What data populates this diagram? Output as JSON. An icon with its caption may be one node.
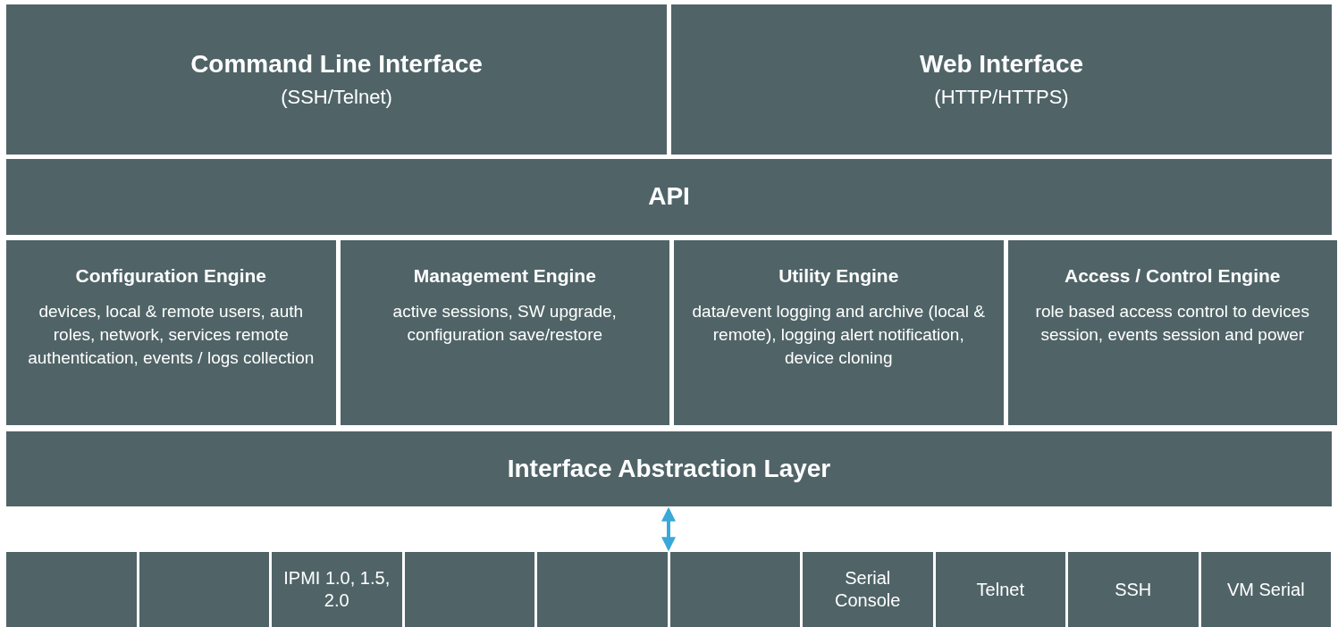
{
  "diagram": {
    "nodes": [
      {
        "text": [
          "Command Line Interface",
          "(SSH/Telnet)"
        ]
      },
      {
        "text": [
          "Web Interface",
          "(HTTP/HTTPS)"
        ]
      },
      {
        "text": [
          "API"
        ]
      },
      {
        "text": [
          "Configuration Engine",
          "devices, local & remote users, auth roles, network, services remote authentication, events / logs collection"
        ]
      },
      {
        "text": [
          "Management Engine",
          "active sessions, SW upgrade, configuration save/restore"
        ]
      },
      {
        "text": [
          "Utility Engine",
          "data/event logging and archive (local & remote), logging alert notification, device cloning"
        ]
      },
      {
        "text": [
          "Access / Control Engine",
          "role based access control to devices session, events session and power"
        ]
      },
      {
        "text": [
          "Interface Abstraction Layer"
        ]
      },
      {
        "text": [],
        "shape": "box"
      },
      {
        "text": [],
        "shape": "box"
      },
      {
        "text": [
          "IPMI 1.0, 1.5, 2.0"
        ]
      },
      {
        "text": [],
        "shape": "box"
      },
      {
        "text": [],
        "shape": "box"
      },
      {
        "text": [],
        "shape": "box"
      },
      {
        "text": [
          "Serial Console"
        ]
      },
      {
        "text": [
          "Telnet"
        ]
      },
      {
        "text": [
          "SSH"
        ]
      },
      {
        "text": [
          "VM Serial"
        ]
      }
    ],
    "edges": [
      {
        "from": 7,
        "to": 12,
        "arrow": "both"
      }
    ]
  }
}
